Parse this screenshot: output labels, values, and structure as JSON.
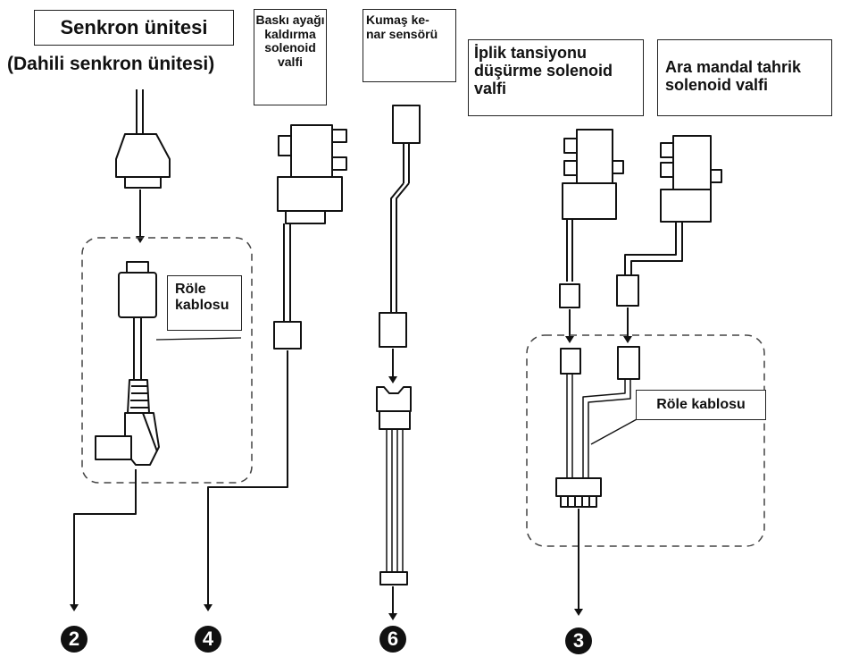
{
  "labels": {
    "sync_title": "Senkron ünitesi",
    "sync_subtitle": "(Dahili senkron ünitesi)",
    "presser": [
      "Baskı ayağı",
      "kaldırma",
      "solenoid",
      "valfi"
    ],
    "fabric": [
      "Kumaş ke-",
      "nar sensörü"
    ],
    "thread": [
      "İplik tansiyonu",
      "düşürme solenoid",
      "valfi"
    ],
    "ara": [
      "Ara mandal tahrik",
      "solenoid valfi"
    ],
    "relay_left": [
      "Röle",
      "kablosu"
    ],
    "relay_right": "Röle kablosu"
  },
  "numbers": {
    "sync": "2",
    "presser": "4",
    "fabric": "6",
    "thread": "3"
  },
  "colors": {
    "line": "#111111",
    "dash": "#444444"
  }
}
